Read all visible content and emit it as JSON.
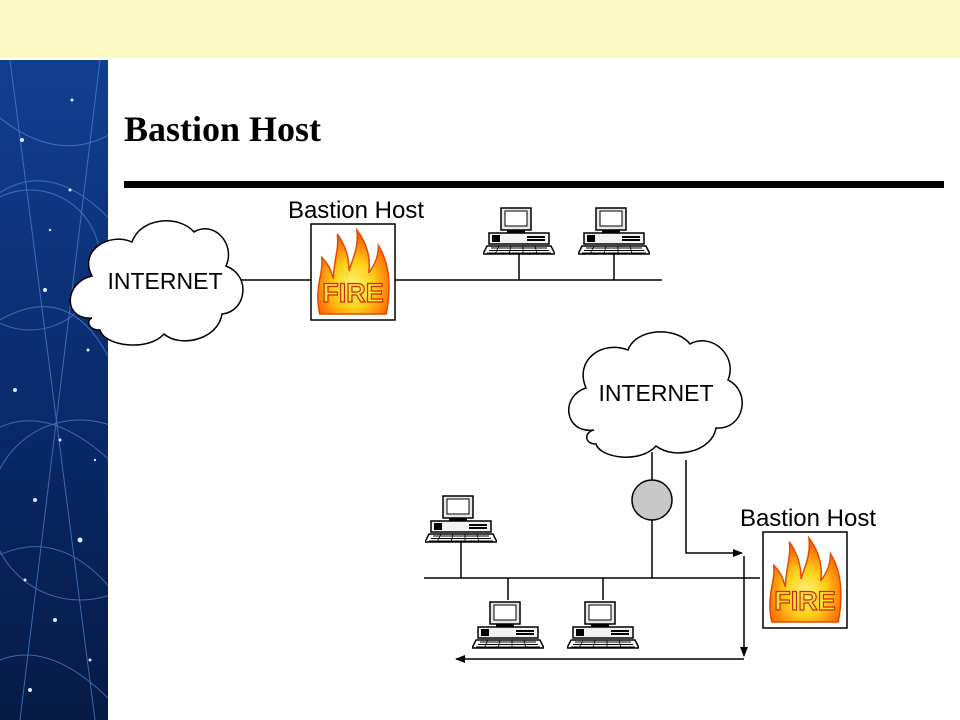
{
  "slide": {
    "title": "Bastion Host"
  },
  "diagram_top": {
    "cloud_label": "INTERNET",
    "bastion_label": "Bastion Host",
    "firewall_text": "FIRE"
  },
  "diagram_bottom": {
    "cloud_label": "INTERNET",
    "bastion_label": "Bastion Host",
    "firewall_text": "FIRE"
  },
  "colors": {
    "top_band": "#fdf9c4",
    "side_strip": "#0b2a6b",
    "router": "#c8c8c8",
    "flame_outer": "#ff6a00",
    "flame_inner": "#ffd21a"
  },
  "icons": [
    "cloud-icon",
    "firewall-icon",
    "computer-icon",
    "router-icon",
    "arrow-icon"
  ]
}
